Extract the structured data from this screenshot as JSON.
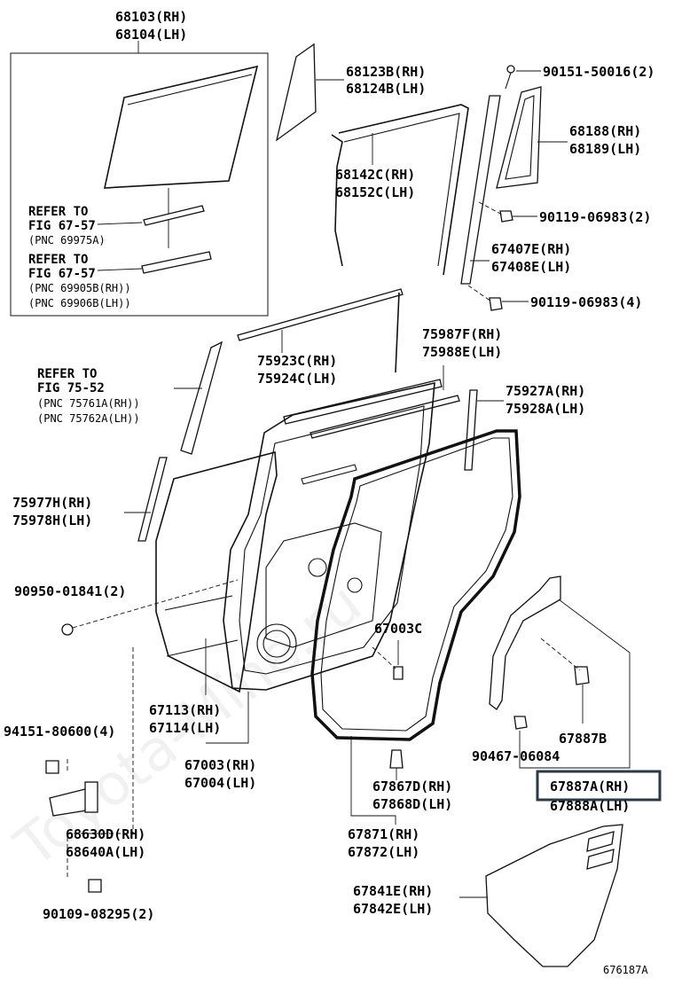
{
  "diagram_id": "676187A",
  "watermark": "Toyota-Mine.ru",
  "highlight_color": "#2a3a4a",
  "labels": {
    "glass_rh": "68103(RH)",
    "glass_lh": "68104(LH)",
    "refer1_a": "REFER TO",
    "refer1_b": "FIG 67-57",
    "refer1_c": "(PNC 69975A)",
    "refer2_a": "REFER TO",
    "refer2_b": "FIG 67-57",
    "refer2_c": "(PNC 69905B(RH))",
    "refer2_d": "(PNC 69906B(LH))",
    "p68123": "68123B(RH)",
    "p68124": "68124B(LH)",
    "p90151": "90151-50016(2)",
    "p68188": "68188(RH)",
    "p68189": "68189(LH)",
    "p68142": "68142C(RH)",
    "p68152": "68152C(LH)",
    "p90119a": "90119-06983(2)",
    "p67407": "67407E(RH)",
    "p67408": "67408E(LH)",
    "p90119b": "90119-06983(4)",
    "p75923": "75923C(RH)",
    "p75924": "75924C(LH)",
    "p75987": "75987F(RH)",
    "p75988": "75988E(LH)",
    "refer3_a": "REFER TO",
    "refer3_b": "FIG 75-52",
    "refer3_c": "(PNC 75761A(RH))",
    "refer3_d": "(PNC 75762A(LH))",
    "p75927": "75927A(RH)",
    "p75928": "75928A(LH)",
    "p75977": "75977H(RH)",
    "p75978": "75978H(LH)",
    "p90950": "90950-01841(2)",
    "p67003c": "67003C",
    "p94151": "94151-80600(4)",
    "p67113": "67113(RH)",
    "p67114": "67114(LH)",
    "p67887b": "67887B",
    "p90467": "90467-06084",
    "p67003": "67003(RH)",
    "p67004": "67004(LH)",
    "p67867": "67867D(RH)",
    "p67868": "67868D(LH)",
    "p67887a": "67887A(RH)",
    "p67888a": "67888A(LH)",
    "p68630": "68630D(RH)",
    "p68640": "68640A(LH)",
    "p67871": "67871(RH)",
    "p67872": "67872(LH)",
    "p67841": "67841E(RH)",
    "p67842": "67842E(LH)",
    "p90109": "90109-08295(2)"
  }
}
